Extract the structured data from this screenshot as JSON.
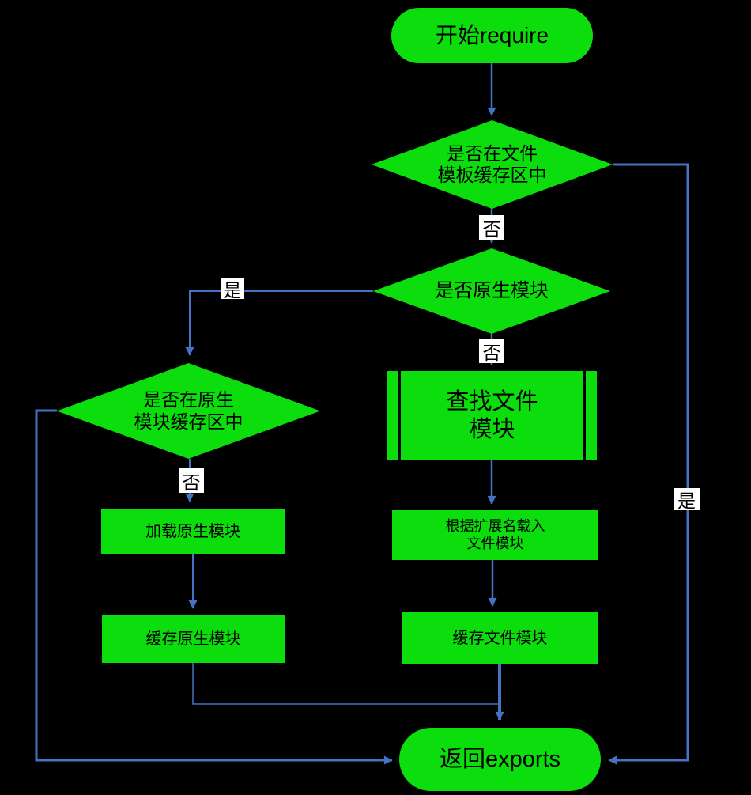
{
  "colors": {
    "background": "#000000",
    "node_fill": "#0cdd0c",
    "line": "#4472c4",
    "arrow": "#4472c4",
    "text": "#000000",
    "label_bg": "#ffffff"
  },
  "flowchart": {
    "nodes": {
      "start": {
        "type": "terminator",
        "label": "开始require"
      },
      "check_file_cache": {
        "type": "decision",
        "lines": [
          "是否在文件",
          "模板缓存区中"
        ]
      },
      "check_native_module": {
        "type": "decision",
        "label": "是否原生模块"
      },
      "check_native_cache": {
        "type": "decision",
        "lines": [
          "是否在原生",
          "模块缓存区中"
        ]
      },
      "find_file_module": {
        "type": "predefined-process",
        "lines": [
          "查找文件",
          "模块"
        ]
      },
      "load_native_module": {
        "type": "process",
        "label": "加载原生模块"
      },
      "cache_native_module": {
        "type": "process",
        "label": "缓存原生模块"
      },
      "load_file_by_extension": {
        "type": "process",
        "lines": [
          "根据扩展名载入",
          "文件模块"
        ]
      },
      "cache_file_module": {
        "type": "process",
        "label": "缓存文件模块"
      },
      "return_exports": {
        "type": "terminator",
        "label": "返回exports"
      }
    },
    "edges": [
      {
        "from": "start",
        "to": "check_file_cache",
        "label": ""
      },
      {
        "from": "check_file_cache",
        "to": "check_native_module",
        "label": "否"
      },
      {
        "from": "check_file_cache",
        "to": "return_exports",
        "label": "是"
      },
      {
        "from": "check_native_module",
        "to": "check_native_cache",
        "label": "是"
      },
      {
        "from": "check_native_module",
        "to": "find_file_module",
        "label": "否"
      },
      {
        "from": "check_native_cache",
        "to": "load_native_module",
        "label": "否"
      },
      {
        "from": "load_native_module",
        "to": "cache_native_module",
        "label": ""
      },
      {
        "from": "find_file_module",
        "to": "load_file_by_extension",
        "label": ""
      },
      {
        "from": "load_file_by_extension",
        "to": "cache_file_module",
        "label": ""
      },
      {
        "from": "cache_native_module",
        "to": "return_exports",
        "label": ""
      },
      {
        "from": "cache_file_module",
        "to": "return_exports",
        "label": ""
      },
      {
        "from": "check_native_cache",
        "to": "return_exports",
        "label": ""
      }
    ]
  }
}
